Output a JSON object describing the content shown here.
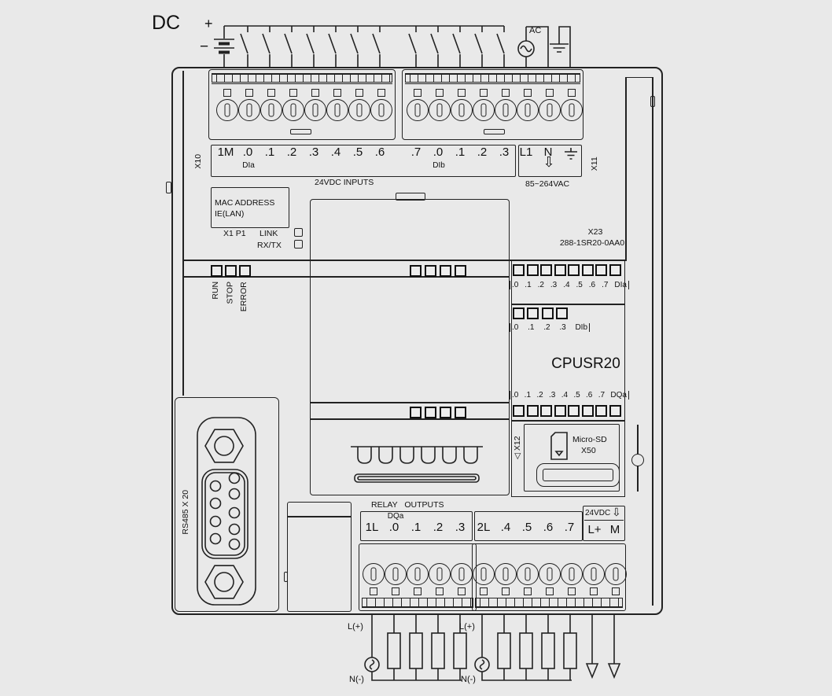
{
  "power": {
    "dc": "DC",
    "plus": "+",
    "minus": "−",
    "ac": "AC"
  },
  "top": {
    "x10": "X10",
    "x11": "X11",
    "left": [
      "1M",
      ".0",
      ".1",
      ".2",
      ".3",
      ".4",
      ".5",
      ".6"
    ],
    "mid": [
      ".7",
      ".0",
      ".1",
      ".2",
      ".3"
    ],
    "l1": "L1",
    "n": "N",
    "dia": "DIa",
    "dib": "DIb",
    "caption": "24VDC INPUTS",
    "vac": "85~264VAC",
    "arrow": "⇩"
  },
  "eth": {
    "mac1": "MAC ADDRESS",
    "mac2": "IE(LAN)",
    "port": "X1 P1",
    "link": "LINK",
    "rxtx": "RX/TX"
  },
  "status": {
    "run": "RUN",
    "stop": "STOP",
    "error": "ERROR"
  },
  "model": {
    "x23": "X23",
    "order": "288-1SR20-0AA0",
    "cpu": "CPUSR20"
  },
  "leds": {
    "bits8": [
      ".0",
      ".1",
      ".2",
      ".3",
      ".4",
      ".5",
      ".6",
      ".7"
    ],
    "bits4": [
      ".0",
      ".1",
      ".2",
      ".3"
    ],
    "dia": "DIa",
    "dib": "DIb",
    "dqa": "DQa"
  },
  "sd": {
    "name": "Micro-SD",
    "x50": "X50",
    "x12": "◁ X12"
  },
  "rs485": {
    "label": "RS485 X 20"
  },
  "out": {
    "caption": "RELAY OUTPUTS",
    "dqa": "DQa",
    "g1": [
      "1L",
      ".0",
      ".1",
      ".2",
      ".3"
    ],
    "g2": [
      "2L",
      ".4",
      ".5",
      ".6",
      ".7"
    ],
    "vdc": "24VDC",
    "arrow": "⇩",
    "lp": "L+",
    "m": "M"
  },
  "wire": {
    "lp": "L(+)",
    "nm": "N(-)"
  },
  "colors": {
    "line": "#222222",
    "background": "#e9e9e9"
  }
}
